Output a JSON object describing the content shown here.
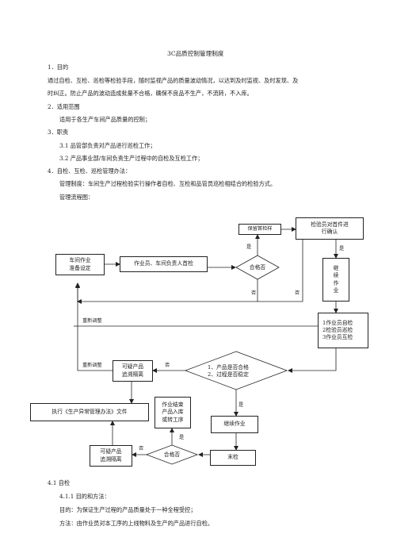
{
  "doc": {
    "title": "3C品质控制管理制度",
    "s1_head": "1．目的",
    "s1_p1": "通过自检、互检、巡检等检验手段，随时监视产品的质量波动情况，以达到及时监视、及时发现、及",
    "s1_p2": "时纠正。防止产品的波动造成批量不合格，确保不良品不生产，不流转，不入库。",
    "s2_head": "2．适用范围",
    "s2_p1": "适用于各生产车间产品质量的控制；",
    "s3_head": "3．职责",
    "s3_1": "3.1  品管部负责对产品进行巡检工作；",
    "s3_2": "3.2 产品事业部/车间负责生产过程中的自检及互检工作；",
    "s4_head": "4．自检、互检、巡检管理办法：",
    "s4_p1": "管理制度：车间生产过程检验实行操作者自检、互检和品管员巡检相结合的检验方式。",
    "s4_p2": "管理流程图：",
    "s41_head": "4.1 自检",
    "s411": "4.1.1 目的和方法：",
    "s411_goal": "目的：为保证生产过程的产品质量处于一种全程受控；",
    "s411_method": "方法：由作业员对本工序的上线物料及生产的产品进行自检。"
  },
  "flow": {
    "keep_sample": "保留首检样",
    "inspector_confirm": "检验员对首件进\n行确认",
    "workshop_prep": "车间作业\n准备设定",
    "first_check": "作业员、车间负责人首检",
    "pass1": "合格否",
    "continue_vertical": "继\n续\n作\n业",
    "checks": "1作业员自检\n2检验员巡检\n3作业员互检",
    "decision2": "1、产品是否合格\n2、过程是否稳定",
    "suspect1": "可疑产品\n追溯隔离",
    "exec_doc": "执行《生产异常管理办法》文件",
    "work_end": "作业结束\n产品入库\n或转工序",
    "continue_work": "继续作业",
    "final_check": "末检",
    "pass2": "合格否",
    "suspect2": "可疑产品\n追溯隔离",
    "yes": "是",
    "no": "否",
    "readjust": "重新调整"
  }
}
